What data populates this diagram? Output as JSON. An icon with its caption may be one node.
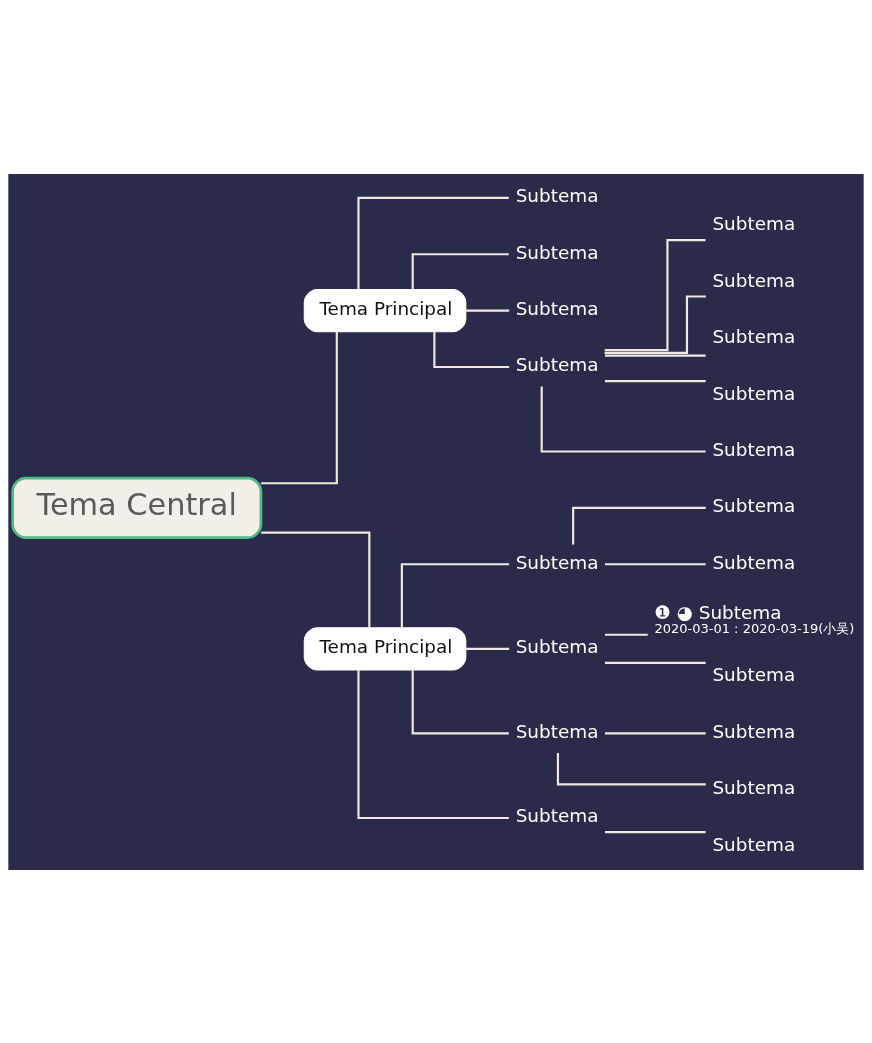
{
  "diagram": {
    "nodes": [
      {
        "text": [
          "Tema Central"
        ]
      },
      {
        "text": [
          "Tema Principal"
        ]
      },
      {
        "text": [
          "Subtema"
        ]
      },
      {
        "text": [
          "Subtema"
        ]
      },
      {
        "text": [
          "Subtema"
        ]
      },
      {
        "text": [
          "Subtema"
        ]
      },
      {
        "text": [
          "Subtema"
        ]
      },
      {
        "text": [
          "Subtema"
        ]
      },
      {
        "text": [
          "Subtema"
        ]
      },
      {
        "text": [
          "Subtema"
        ]
      },
      {
        "text": [
          "Subtema"
        ]
      },
      {
        "text": [
          "Tema Principal"
        ]
      },
      {
        "text": [
          "Subtema"
        ]
      },
      {
        "text": [
          "Subtema"
        ]
      },
      {
        "text": [
          "Subtema"
        ]
      },
      {
        "text": [
          "Subtema"
        ]
      },
      {
        "text": [
          "❶ ◕ Subtema",
          "2020-03-01 : 2020-03-19(小吴)"
        ]
      },
      {
        "text": [
          "Subtema"
        ]
      },
      {
        "text": [
          "Subtema"
        ]
      },
      {
        "text": [
          "Subtema"
        ]
      },
      {
        "text": [
          "Subtema"
        ]
      },
      {
        "text": [
          "Subtema"
        ]
      },
      {
        "text": [
          "Subtema"
        ]
      }
    ],
    "edges": [
      {
        "from": 0,
        "to": 1,
        "arrow": "none"
      },
      {
        "from": 0,
        "to": 11,
        "arrow": "none"
      },
      {
        "from": 1,
        "to": 2,
        "arrow": "none"
      },
      {
        "from": 1,
        "to": 3,
        "arrow": "none"
      },
      {
        "from": 1,
        "to": 4,
        "arrow": "none"
      },
      {
        "from": 1,
        "to": 5,
        "arrow": "none"
      },
      {
        "from": 5,
        "to": 6,
        "arrow": "none"
      },
      {
        "from": 5,
        "to": 7,
        "arrow": "none"
      },
      {
        "from": 5,
        "to": 8,
        "arrow": "none"
      },
      {
        "from": 5,
        "to": 9,
        "arrow": "none"
      },
      {
        "from": 5,
        "to": 10,
        "arrow": "none"
      },
      {
        "from": 11,
        "to": 12,
        "arrow": "none"
      },
      {
        "from": 12,
        "to": 13,
        "arrow": "none"
      },
      {
        "from": 12,
        "to": 14,
        "arrow": "none"
      },
      {
        "from": 11,
        "to": 15,
        "arrow": "none"
      },
      {
        "from": 15,
        "to": 16,
        "arrow": "none"
      },
      {
        "from": 15,
        "to": 17,
        "arrow": "none"
      },
      {
        "from": 11,
        "to": 18,
        "arrow": "none"
      },
      {
        "from": 18,
        "to": 19,
        "arrow": "none"
      },
      {
        "from": 18,
        "to": 20,
        "arrow": "none"
      },
      {
        "from": 11,
        "to": 21,
        "arrow": "none"
      },
      {
        "from": 21,
        "to": 22,
        "arrow": "none"
      }
    ]
  }
}
